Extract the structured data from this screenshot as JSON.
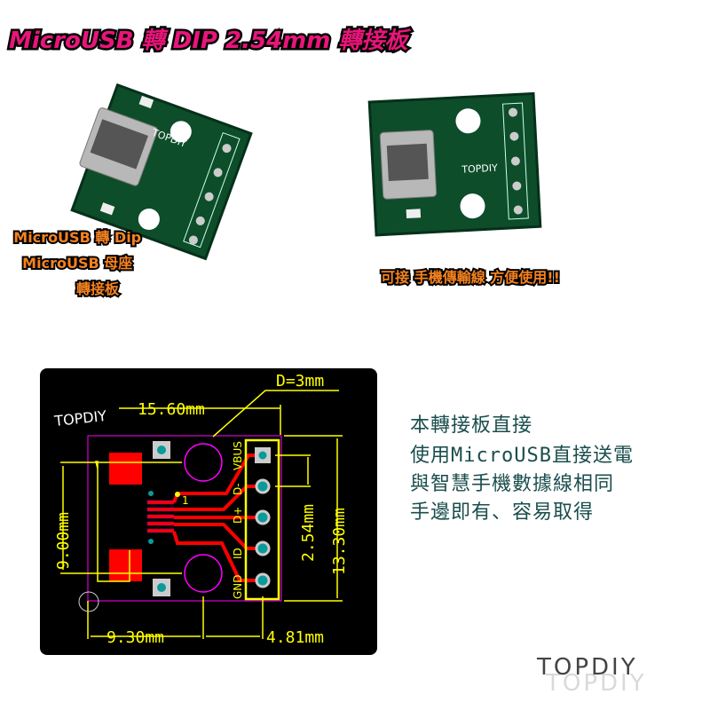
{
  "title": "MicroUSB 轉 DIP 2.54mm 轉接板",
  "photo_left_caption": [
    "MicroUSB 轉 Dip",
    "MicroUSB 母座",
    "轉接板"
  ],
  "photo_right_caption": "可接 手機傳輸線 方便使用!!",
  "board_silkscreen": {
    "brand": "TOPDIY",
    "pins": [
      "VBUS",
      "D-",
      "D+",
      "ID",
      "GND"
    ]
  },
  "diagram": {
    "brand": "TOPDIY",
    "hole_label": "D=3mm",
    "width_label": "15.60mm",
    "height_label": "9.00mm",
    "total_height_label": "13.30mm",
    "pitch_label": "2.54mm",
    "bottom_left_label": "9.30mm",
    "bottom_right_label": "4.81mm",
    "pin1_marker": "1",
    "pin_labels": [
      "VBUS",
      "D-",
      "D+",
      "ID",
      "GND"
    ]
  },
  "description": [
    "本轉接板直接",
    "使用MicroUSB直接送電",
    "與智慧手機數據線相同",
    "手邊即有、容易取得"
  ],
  "watermark": "TOPDIY",
  "colors": {
    "title": "#e8157a",
    "caption": "#f58220",
    "pcb_green": "#0d4d2a",
    "trace": "#ff0000",
    "silk": "#ffff00",
    "outline": "#ff00ff",
    "description": "#1a4d4d"
  }
}
